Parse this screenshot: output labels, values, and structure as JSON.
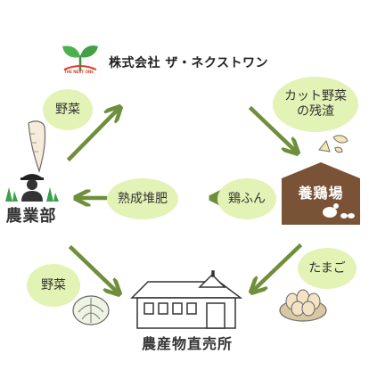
{
  "company": {
    "name": "株式会社 ザ・ネクストワン",
    "logo_text": "THE NEXT ONE"
  },
  "nodes": {
    "farm": "農業部",
    "poultry": "養鶏場",
    "store": "農産物直売所"
  },
  "bubbles": {
    "vegetables_top": "野菜",
    "cut_vegetables": "カット野菜\nの残渣",
    "compost": "熟成堆肥",
    "chicken_manure": "鶏ふん",
    "vegetables_bottom": "野菜",
    "eggs": "たまご"
  },
  "colors": {
    "arrow": "#6f8f3a",
    "bubble": "#e3f2b5",
    "barn": "#7a5236"
  }
}
